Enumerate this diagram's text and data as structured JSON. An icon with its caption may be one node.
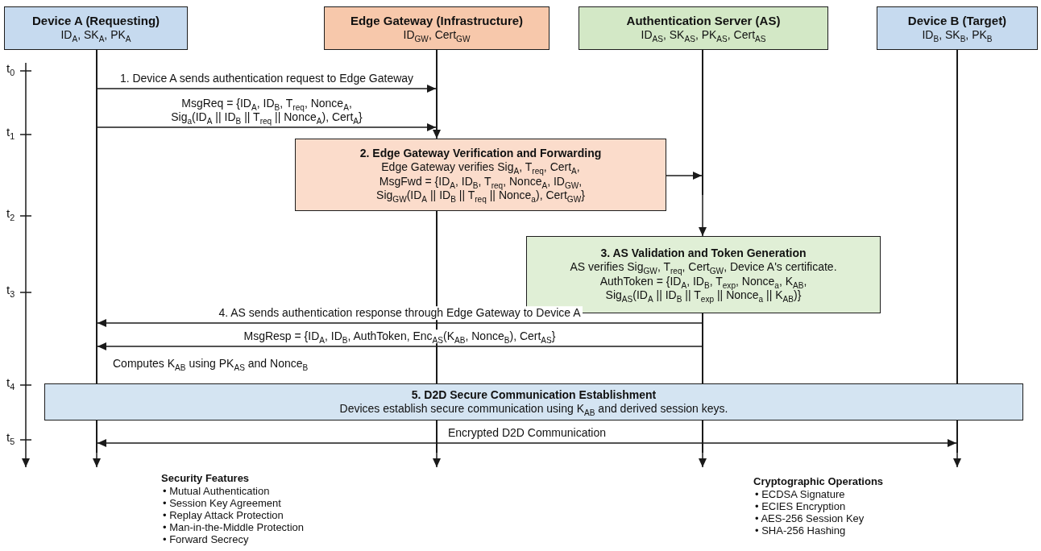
{
  "diagram": {
    "nodes": [
      {
        "text": [
          "Device A (Requesting)",
          "ID$_{A}$, SK$_{A}$, PK$_{A}$"
        ]
      },
      {
        "text": [
          "Edge Gateway (Infrastructure)",
          "ID$_{GW}$, Cert$_{GW}$"
        ]
      },
      {
        "text": [
          "Authentication Server (AS)",
          "ID$_{AS}$, SK$_{AS}$, PK$_{AS}$, Cert$_{AS}$"
        ]
      },
      {
        "text": [
          "Device B (Target)",
          "ID$_{B}$, SK$_{B}$, PK$_{B}$"
        ]
      },
      {
        "text": [
          "2. Edge Gateway Verification and Forwarding",
          "Edge Gateway verifies Sig$_{A}$, T$_{req}$, Cert$_{A}$,",
          "MsgFwd = {ID$_{A}$, ID$_{B}$, T$_{req}$, Nonce$_{A}$, ID$_{GW}$, Sig$_{GW}$(ID$_{A}$ || ID$_{B}$ || T$_{req}$ || Nonce$_{a}$), Cert$_{GW}$}"
        ]
      },
      {
        "text": [
          "3. AS Validation and Token Generation",
          "AS verifies Sig$_{GW}$, T$_{req}$, Cert$_{GW}$, Device A's certificate.",
          "AuthToken = {ID$_{A}$, ID$_{B}$, T$_{exp}$, Nonce$_{a}$, K$_{AB}$, Sig$_{AS}$(ID$_{A}$ || ID$_{B}$ || T$_{exp}$ || Nonce$_{a}$ || K$_{AB}$)}"
        ]
      },
      {
        "text": [
          "5. D2D Secure Communication Establishment",
          "Devices establish secure communication using K$_{AB}$ and derived session keys."
        ]
      },
      {
        "text": [],
        "shape": "bar"
      },
      {
        "text": [],
        "shape": "bar"
      },
      {
        "text": [],
        "shape": "bar"
      },
      {
        "text": [],
        "shape": "bar"
      },
      {
        "text": [],
        "shape": "bar"
      },
      {
        "text": [],
        "shape": "bar"
      }
    ],
    "edges": [
      {
        "from": 7,
        "to": null,
        "arrow": "to"
      },
      {
        "from": 8,
        "to": 4,
        "arrow": "to"
      },
      {
        "from": 9,
        "to": null,
        "arrow": "to"
      },
      {
        "from": 10,
        "to": 5,
        "arrow": "to"
      },
      {
        "from": 11,
        "to": null,
        "arrow": "to"
      },
      {
        "from": 12,
        "to": null,
        "arrow": "to"
      },
      {
        "from": 7,
        "to": 8,
        "arrow": "to",
        "label": "1. Device A sends authentication request to Edge Gateway"
      },
      {
        "from": 7,
        "to": 8,
        "arrow": "to",
        "label": "MsgReq = {ID$_{A}$, ID$_{B}$, T$_{req}$, Nonce$_{A}$, Sig$_{a}$(ID$_{A}$ || ID$_{B}$ || T$_{req}$ || Nonce$_{A}$), Cert$_{A}$}"
      },
      {
        "from": 4,
        "to": 10,
        "arrow": "to"
      },
      {
        "from": 11,
        "to": 7,
        "arrow": "to",
        "label": "4. AS sends authentication response through Edge Gateway to Device A"
      },
      {
        "from": 11,
        "to": 7,
        "arrow": "to",
        "label": "MsgResp = {ID$_{A}$, ID$_{B}$, AuthToken, Enc$_{AS}$(K$_{AB}$, Nonce$_{B}$), Cert$_{AS}$}"
      },
      {
        "from": 7,
        "to": 12,
        "arrow": "both",
        "label": "Encrypted D2D Communication"
      }
    ],
    "labels": [
      "t$_{0}$",
      "t$_{1}$",
      "t$_{2}$",
      "t$_{3}$",
      "t$_{4}$",
      "t$_{5}$",
      "Computes K$_{AB}$ using PK$_{AS}$ and Nonce$_{B}$",
      "Security Features",
      "• Mutual Authentication",
      "• Session Key Agreement",
      "• Replay Attack Protection",
      "• Man-in-the-Middle Protection",
      "• Forward Secrecy",
      "Cryptographic Operations",
      "• ECDSA Signature",
      "• ECIES Encryption",
      "• AES-256 Session Key",
      "• SHA-256 Hashing"
    ]
  }
}
